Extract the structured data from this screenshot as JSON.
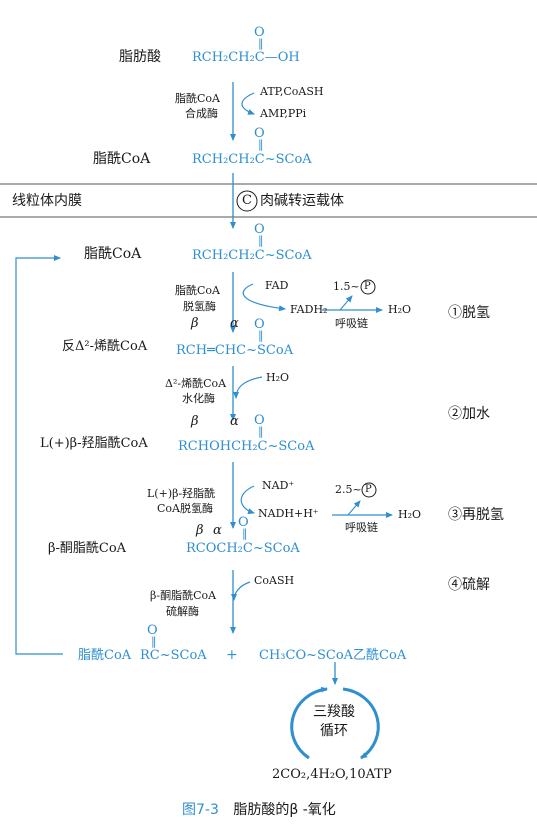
{
  "top": {
    "fatty_acid_label": "脂肪酸",
    "fatty_acid_o": "O",
    "fatty_acid_formula": "RCH₂CH₂C—OH",
    "enzyme1_line1": "脂酰CoA",
    "enzyme1_line2": "合成酶",
    "cofactor_in": "ATP,CoASH",
    "cofactor_out": "AMP,PPi",
    "acyl_label": "脂酰CoA",
    "acyl_o": "O",
    "acyl_formula": "RCH₂CH₂C~SCoA"
  },
  "membrane": {
    "label": "线粒体内膜",
    "carrier_symbol": "C",
    "carrier_label": "肉碱转运载体"
  },
  "steps": {
    "acyl_label": "脂酰CoA",
    "acyl_o": "O",
    "acyl_formula": "RCH₂CH₂C~SCoA",
    "dehydro_enzyme1": "脂酰CoA",
    "dehydro_enzyme2": "脱氢酶",
    "fad": "FAD",
    "fadh2": "FADH₂",
    "atp_15": "1.5~",
    "p_symbol": "P",
    "resp_chain1": "呼吸链",
    "h2o_1": "H₂O",
    "step1": "①脱氢",
    "enoyl_label": "反Δ²-烯酰CoA",
    "beta1": "β",
    "alpha1": "α",
    "enoyl_o": "O",
    "enoyl_formula": "RCH═CHC~SCoA",
    "hydratase1": "Δ²-烯酰CoA",
    "hydratase2": "水化酶",
    "h2o_in": "H₂O",
    "step2": "②加水",
    "hydroxy_label": "L(+)β-羟脂酰CoA",
    "beta2": "β",
    "alpha2": "α",
    "hydroxy_o": "O",
    "hydroxy_formula": "RCHOHCH₂C~SCoA",
    "dehydro2_enzyme1": "L(+)β-羟脂酰",
    "dehydro2_enzyme2": "CoA脱氢酶",
    "nad": "NAD⁺",
    "nadh": "NADH+H⁺",
    "atp_25": "2.5~",
    "resp_chain2": "呼吸链",
    "h2o_2": "H₂O",
    "step3": "③再脱氢",
    "keto_label": "β-酮脂酰CoA",
    "beta3": "β",
    "alpha3": "α",
    "keto_o": "O",
    "keto_formula": "RCOCH₂C~SCoA",
    "coash": "CoASH",
    "thiolase1": "β-酮脂酰CoA",
    "thiolase2": "硫解酶",
    "step4": "④硫解",
    "product_acyl": "脂酰CoA",
    "product_o": "O",
    "product_formula": "RC~SCoA",
    "plus": "+",
    "acetyl": "CH₃CO~SCoA乙酰CoA"
  },
  "tca": {
    "line1": "三羧酸",
    "line2": "循环",
    "output": "2CO₂,4H₂O,10ATP"
  },
  "caption": {
    "number": "图7-3",
    "text": "脂肪酸的β -氧化"
  },
  "colors": {
    "accent": "#2f8fd0",
    "text": "#1a1a1a",
    "membrane_line": "#555555"
  }
}
